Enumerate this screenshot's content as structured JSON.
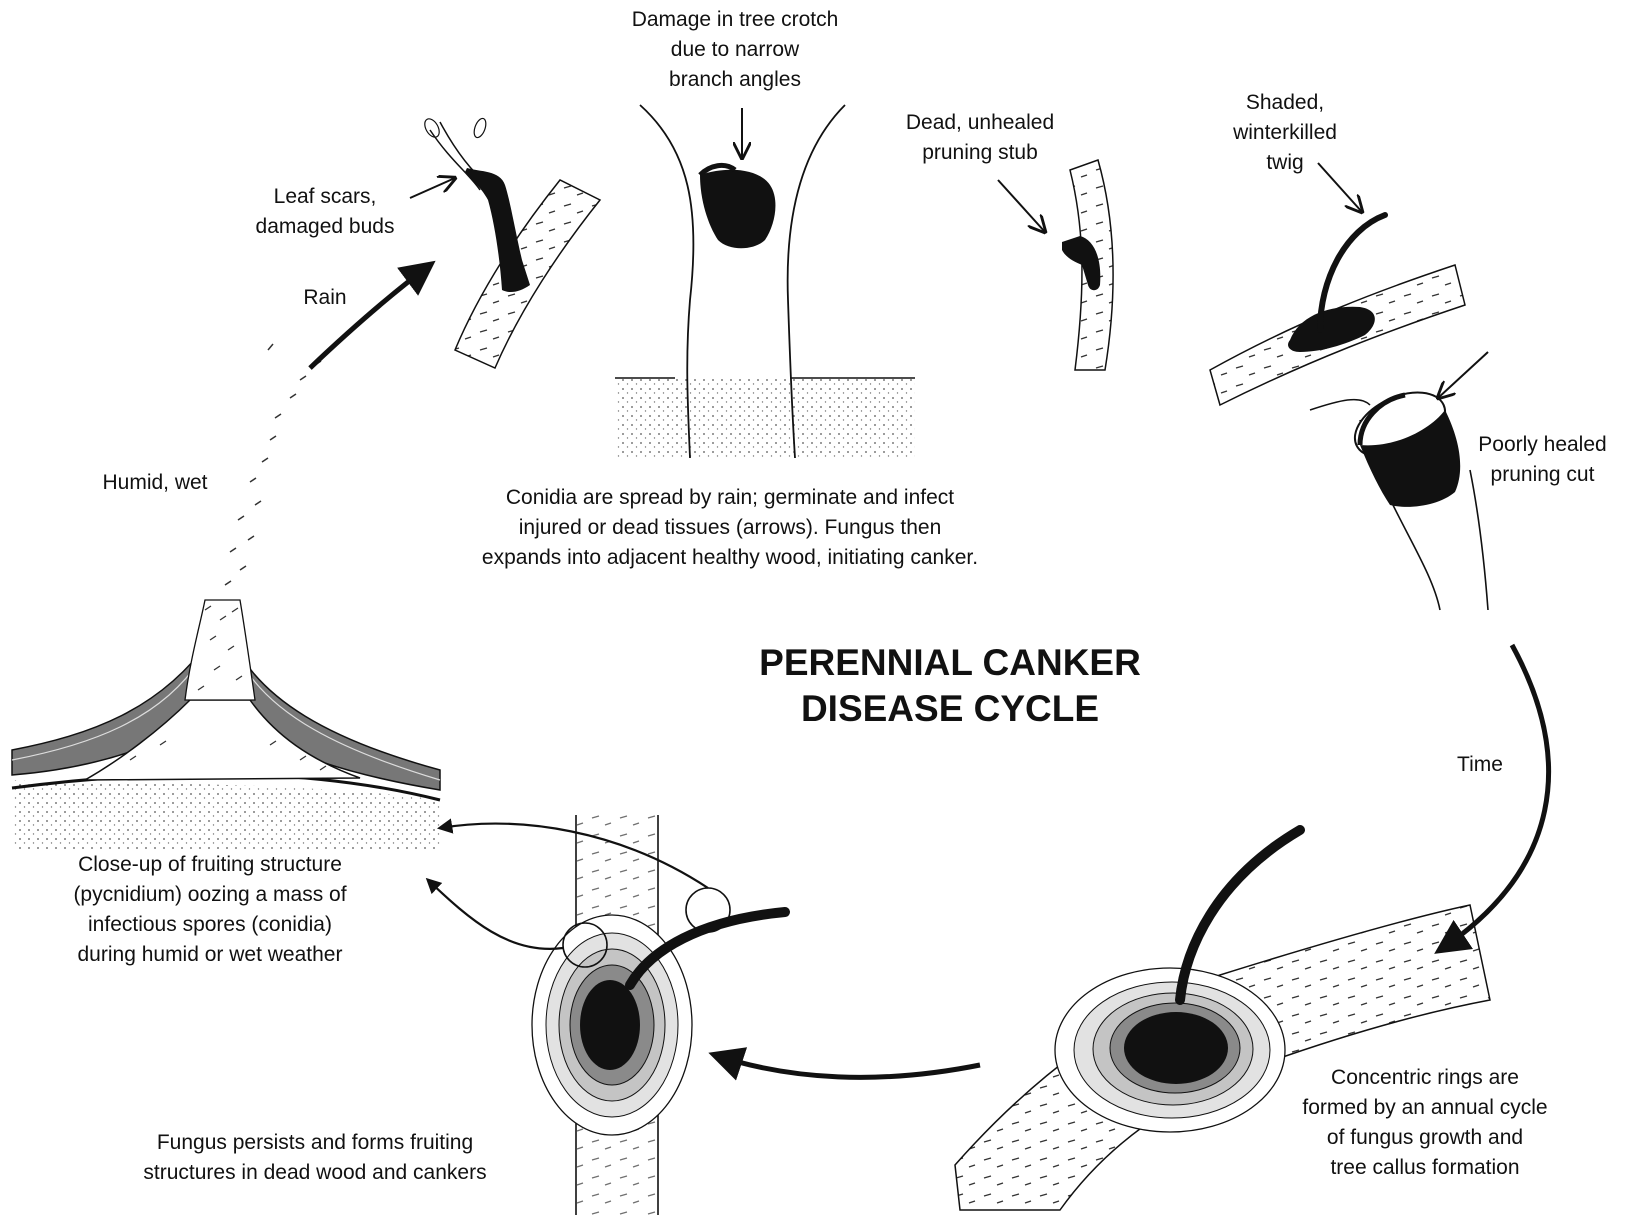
{
  "title": {
    "line1": "PERENNIAL CANKER",
    "line2": "DISEASE CYCLE"
  },
  "labels": {
    "crotch": [
      "Damage in tree crotch",
      "due to narrow",
      "branch  angles"
    ],
    "leaf_scars": [
      "Leaf scars,",
      "damaged buds"
    ],
    "rain": "Rain",
    "dead_stub": [
      "Dead, unhealed",
      "pruning stub"
    ],
    "shaded_twig": [
      "Shaded,",
      "winterkilled",
      "twig"
    ],
    "poorly_healed": [
      "Poorly healed",
      "pruning cut"
    ],
    "humid": "Humid, wet",
    "conidia_spread": [
      "Conidia are spread by rain; germinate and infect",
      "injured or dead tissues (arrows). Fungus then",
      "expands into adjacent healthy wood, initiating canker."
    ],
    "time": "Time",
    "closeup": [
      "Close-up of fruiting structure",
      "(pycnidium) oozing a mass of",
      "infectious spores (conidia)",
      "during humid or wet weather"
    ],
    "concentric": [
      "Concentric rings are",
      "formed by an annual cycle",
      "of fungus growth and",
      "tree callus formation"
    ],
    "persists": [
      "Fungus persists and forms fruiting",
      "structures in dead wood and cankers"
    ]
  },
  "colors": {
    "ink": "#111111",
    "ring_dark": "#555555",
    "ring_mid": "#8a8a8a",
    "ring_light": "#c4c4c4",
    "ring_pale": "#e2e2e2"
  }
}
